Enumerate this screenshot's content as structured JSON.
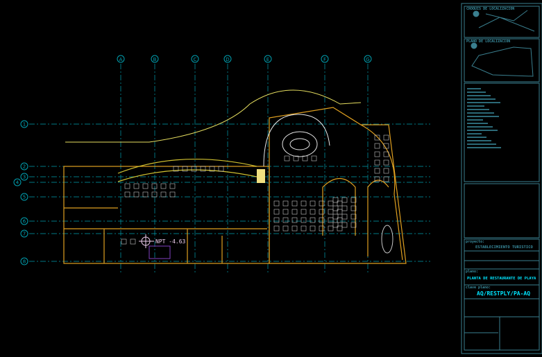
{
  "grid": {
    "columns": [
      "A",
      "B",
      "C",
      "D",
      "E",
      "F",
      "G"
    ],
    "rows": [
      "1",
      "2",
      "3",
      "4",
      "5",
      "6",
      "7",
      "8"
    ]
  },
  "plan": {
    "level_label": "NPT -4.63"
  },
  "title_block": {
    "location_sketch_title": "CROQUIS DE LOCALIZACION",
    "site_plan_title": "PLANO DE LOCALIZACION",
    "project_label": "proyecto:",
    "project_name": "ESTABLECIMIENTO TURISTICO",
    "drawing_label": "plano:",
    "drawing_name": "PLANTA DE RESTAURANTE DE PLAYA",
    "sheet_label": "clave plano:",
    "sheet_code": "AQ/RESTPLY/PA-AQ"
  },
  "colors": {
    "grid": "#00a0b0",
    "wall": "#e0a020",
    "frame": "#3a7f8f",
    "furniture": "#c8c8c8",
    "accent": "#00e5ff"
  }
}
